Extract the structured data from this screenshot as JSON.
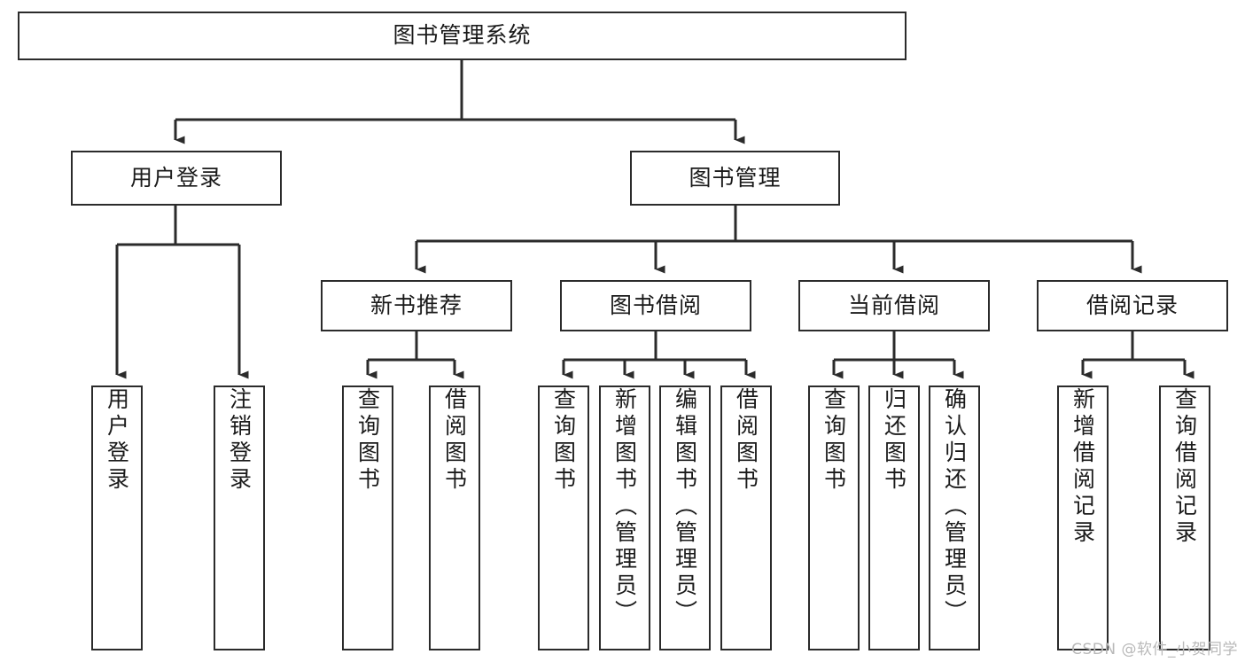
{
  "diagram": {
    "title": "图书管理系统",
    "type": "tree-hierarchy",
    "watermark": "CSDN @软件_小贺同学",
    "colors": {
      "background": "#ffffff",
      "border": "#2b2b2b",
      "text": "#1a1a1a",
      "connector": "#2b2b2b",
      "watermark": "#b9b9b9"
    },
    "levels": {
      "root": "图书管理系统",
      "level2": [
        "用户登录",
        "图书管理"
      ],
      "level3": [
        "新书推荐",
        "图书借阅",
        "当前借阅",
        "借阅记录"
      ]
    }
  },
  "nodes": {
    "root": {
      "label": "图书管理系统"
    },
    "user_login": {
      "label": "用户登录"
    },
    "book_manage": {
      "label": "图书管理"
    },
    "new_book_rec": {
      "label": "新书推荐"
    },
    "book_borrow": {
      "label": "图书借阅"
    },
    "current_borrow": {
      "label": "当前借阅"
    },
    "borrow_record": {
      "label": "借阅记录"
    }
  },
  "leaves": {
    "user_login": [
      {
        "label": "用户登录"
      },
      {
        "label": "注销登录"
      }
    ],
    "new_book_rec": [
      {
        "label": "查询图书"
      },
      {
        "label": "借阅图书"
      }
    ],
    "book_borrow": [
      {
        "label": "查询图书"
      },
      {
        "label": "新增图书（管理员）"
      },
      {
        "label": "编辑图书（管理员）"
      },
      {
        "label": "借阅图书"
      }
    ],
    "current_borrow": [
      {
        "label": "查询图书"
      },
      {
        "label": "归还图书"
      },
      {
        "label": "确认归还（管理员）"
      }
    ],
    "borrow_record": [
      {
        "label": "新增借阅记录"
      },
      {
        "label": "查询借阅记录"
      }
    ]
  }
}
